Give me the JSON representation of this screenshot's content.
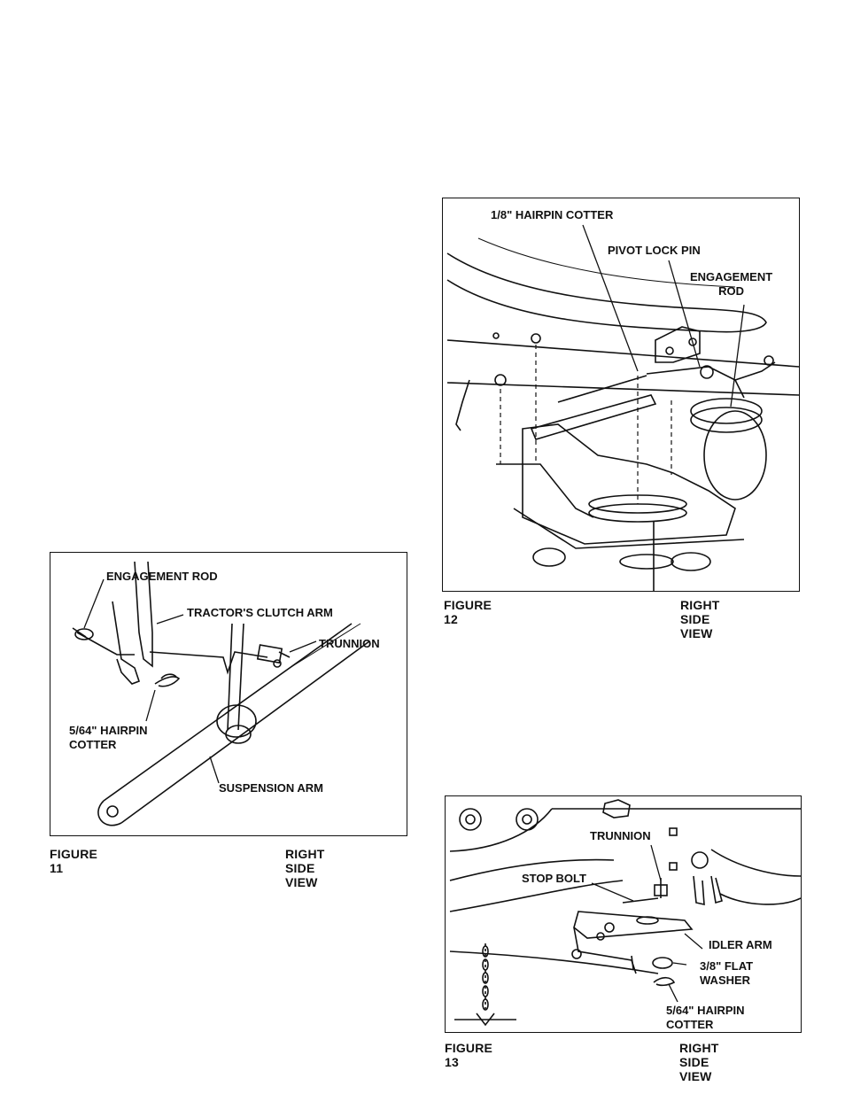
{
  "figures": [
    {
      "id": "figure11",
      "caption": "FIGURE 11",
      "view": "RIGHT SIDE VIEW",
      "labels": {
        "engagement_rod": "ENGAGEMENT ROD",
        "clutch_arm": "TRACTOR'S CLUTCH ARM",
        "trunnion": "TRUNNION",
        "hairpin_cotter": "5/64\" HAIRPIN\nCOTTER",
        "suspension_arm": "SUSPENSION ARM"
      }
    },
    {
      "id": "figure12",
      "caption": "FIGURE 12",
      "view": "RIGHT SIDE VIEW",
      "labels": {
        "hairpin_cotter": "1/8\" HAIRPIN COTTER",
        "pivot_lock_pin": "PIVOT LOCK PIN",
        "engagement_rod": "ENGAGEMENT\nROD"
      }
    },
    {
      "id": "figure13",
      "caption": "FIGURE 13",
      "view": "RIGHT SIDE VIEW",
      "labels": {
        "trunnion": "TRUNNION",
        "stop_bolt": "STOP BOLT",
        "idler_arm": "IDLER ARM",
        "flat_washer": "3/8\" FLAT\nWASHER",
        "hairpin_cotter": "5/64\" HAIRPIN\nCOTTER"
      }
    }
  ]
}
